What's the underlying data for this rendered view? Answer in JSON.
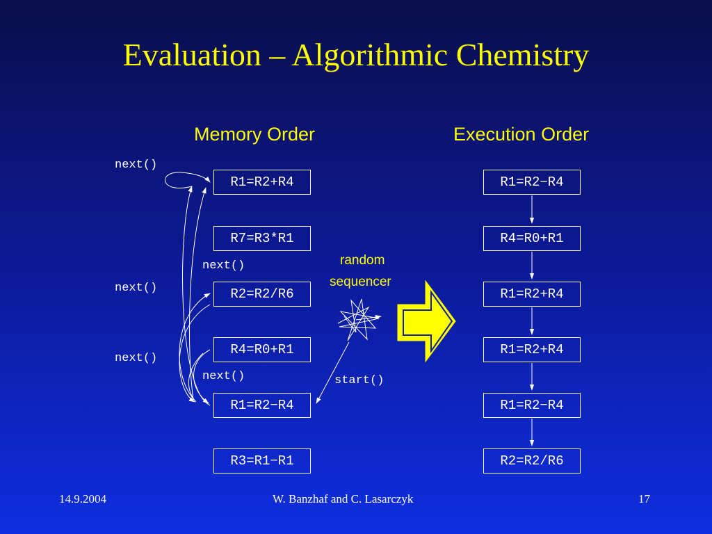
{
  "slide": {
    "title": "Evaluation – Algorithmic Chemistry",
    "memory_heading": "Memory Order",
    "execution_heading": "Execution Order",
    "memory_order": [
      "R1=R2+R4",
      "R7=R3*R1",
      "R2=R2/R6",
      "R4=R0+R1",
      "R1=R2−R4",
      "R3=R1−R1"
    ],
    "execution_order": [
      "R1=R2−R4",
      "R4=R0+R1",
      "R1=R2+R4",
      "R1=R2+R4",
      "R1=R2−R4",
      "R2=R2/R6"
    ],
    "calls": {
      "next_top": "next()",
      "next_mid_inner": "next()",
      "next_left_mid": "next()",
      "next_left_low": "next()",
      "next_low_inner": "next()",
      "start": "start()"
    },
    "sequencer_label_1": "random",
    "sequencer_label_2": "sequencer",
    "colors": {
      "accent": "#ffff00",
      "line": "#ffffff"
    }
  },
  "footer": {
    "date": "14.9.2004",
    "authors": "W. Banzhaf and C. Lasarczyk",
    "page": "17"
  }
}
